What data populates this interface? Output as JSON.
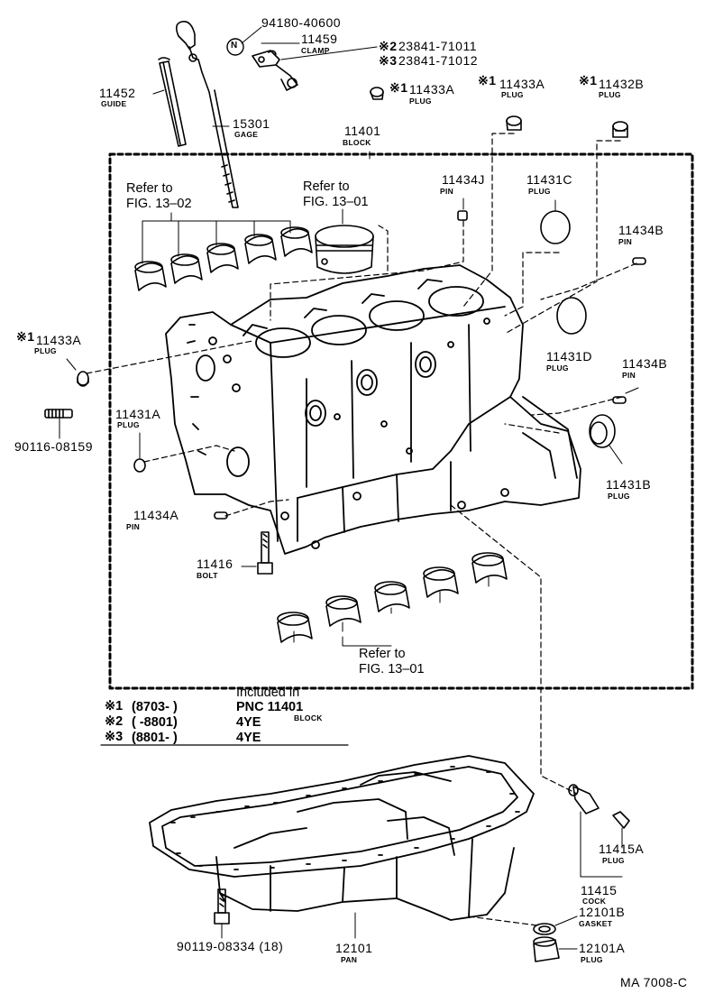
{
  "labels": {
    "p_94180": "94180-40600",
    "p_11459": "11459",
    "n_clamp": "CLAMP",
    "p_23841_1": "23841-71011",
    "p_23841_2": "23841-71012",
    "p_11452": "11452",
    "n_guide": "GUIDE",
    "p_11433a_top": "11433A",
    "n_plug_1": "PLUG",
    "p_11433a_r": "11433A",
    "n_plug_2": "PLUG",
    "p_11432b": "11432B",
    "n_plug_3": "PLUG",
    "p_15301": "15301",
    "n_gage": "GAGE",
    "p_11401": "11401",
    "n_block": "BLOCK",
    "p_11434j": "11434J",
    "n_pin_1": "PIN",
    "p_11431c": "11431C",
    "n_plug_4": "PLUG",
    "p_11434b_1": "11434B",
    "n_pin_2": "PIN",
    "p_11433a_l": "11433A",
    "n_plug_5": "PLUG",
    "p_11431d": "11431D",
    "n_plug_6": "PLUG",
    "p_11434b_2": "11434B",
    "n_pin_3": "PIN",
    "p_90116": "90116-08159",
    "p_11431a": "11431A",
    "n_plug_7": "PLUG",
    "p_11431b": "11431B",
    "n_plug_8": "PLUG",
    "p_11434a": "11434A",
    "n_pin_4": "PIN",
    "p_11416": "11416",
    "n_bolt": "BOLT",
    "p_11415a": "11415A",
    "n_plug_9": "PLUG",
    "p_11415": "11415",
    "n_cock": "COCK",
    "p_12101b": "12101B",
    "n_gasket": "GASKET",
    "p_90119": "90119-08334 (18)",
    "p_12101": "12101",
    "n_pan": "PAN",
    "p_12101a": "12101A",
    "n_plug_10": "PLUG",
    "code": "MA 7008-C"
  },
  "refs": {
    "r1a": "Refer to",
    "r1b": "FIG. 13–02",
    "r2a": "Refer to",
    "r2b": "FIG. 13–01",
    "r3a": "Refer to",
    "r3b": "FIG. 13–01"
  },
  "markers": {
    "m1": "※2",
    "m2": "※3",
    "m3": "※1",
    "m4": "※1",
    "m5": "※1",
    "m6": "※1",
    "n_circle": "N"
  },
  "legend": {
    "header": "Included in",
    "rows": [
      {
        "mark": "※1",
        "range": "(8703-      )",
        "info": "PNC 11401",
        "sub": "BLOCK"
      },
      {
        "mark": "※2",
        "range": "(      -8801)",
        "info": "4YE",
        "sub": ""
      },
      {
        "mark": "※3",
        "range": "(8801-      )",
        "info": "4YE",
        "sub": ""
      }
    ]
  }
}
